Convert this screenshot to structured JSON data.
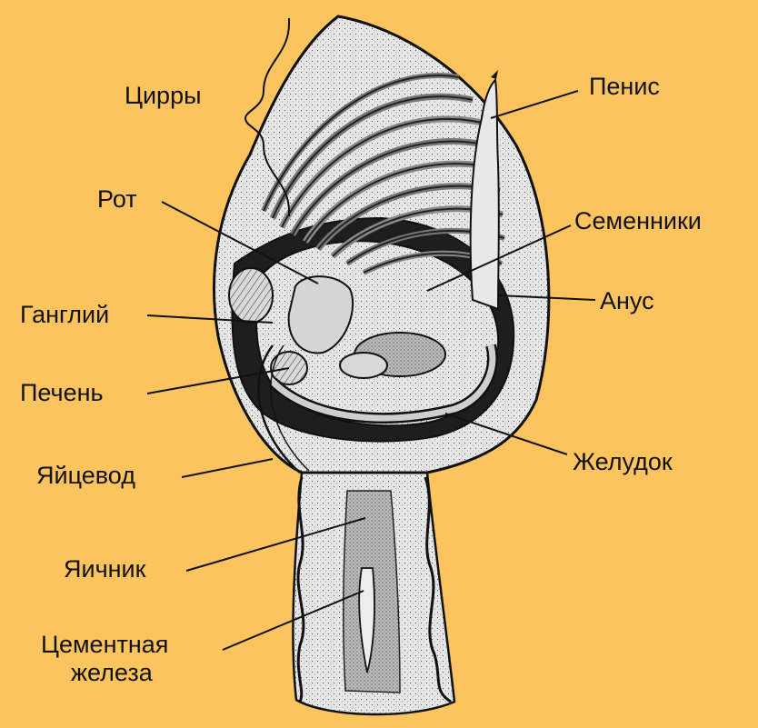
{
  "labels": {
    "cirri": "Цирры",
    "mouth": "Рот",
    "ganglion": "Ганглий",
    "liver": "Печень",
    "oviduct": "Яйцевод",
    "ovary": "Яичник",
    "cement_gland_line1": "Цементная",
    "cement_gland_line2": "железа",
    "penis": "Пенис",
    "testes": "Семенники",
    "anus": "Анус",
    "stomach": "Желудок"
  },
  "colors": {
    "background": "#FCC45E",
    "ink": "#111111",
    "tissue_light": "#E8E8E8",
    "tissue_mid": "#BDBDBD",
    "tissue_dark": "#1A1A1A"
  }
}
